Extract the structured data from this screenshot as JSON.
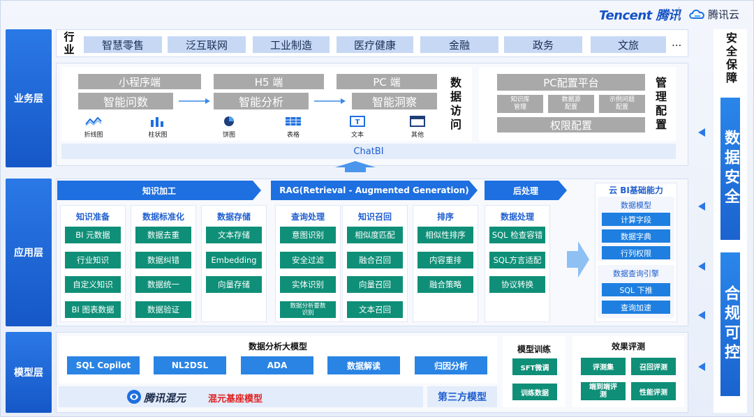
{
  "header": {
    "tencent_logo": "Tencent 腾讯",
    "cloud_logo": "腾讯云"
  },
  "layers": {
    "business": "业务层",
    "application": "应用层",
    "model": "模型层"
  },
  "industry": {
    "label": "行业",
    "items": [
      "智慧零售",
      "泛互联网",
      "工业制造",
      "医疗健康",
      "金融",
      "政务",
      "文旅"
    ],
    "more": "..."
  },
  "data_access": {
    "rows_top": [
      "小程序端",
      "H5 端",
      "PC 端"
    ],
    "rows_mid": [
      "智能问数",
      "智能分析",
      "智能洞察"
    ],
    "icons": [
      {
        "icon": "line-chart-icon",
        "label": "折线图"
      },
      {
        "icon": "bar-chart-icon",
        "label": "柱状图"
      },
      {
        "icon": "pie-chart-icon",
        "label": "饼图"
      },
      {
        "icon": "table-icon",
        "label": "表格"
      },
      {
        "icon": "text-icon",
        "label": "文本"
      },
      {
        "icon": "other-icon",
        "label": "其他"
      }
    ],
    "title": "数据访问",
    "chatbi": "ChatBI"
  },
  "management": {
    "top": "PC配置平台",
    "subs": [
      "知识库\n管理",
      "数据源\n配置",
      "示例问题\n配置"
    ],
    "bottom": "权限配置",
    "title": "管理配置"
  },
  "application": {
    "banners": [
      "知识加工",
      "RAG(Retrieval - Augmented Generation)",
      "后处理"
    ],
    "columns": [
      {
        "title": "知识准备",
        "items": [
          "BI 元数据",
          "行业知识",
          "自定义知识",
          "BI 图表数据"
        ]
      },
      {
        "title": "数据标准化",
        "items": [
          "数据去重",
          "数据纠错",
          "数据统一",
          "数据验证"
        ]
      },
      {
        "title": "数据存储",
        "items": [
          "文本存储",
          "Embedding",
          "向量存储"
        ]
      },
      {
        "title": "查询处理",
        "items": [
          "意图识别",
          "安全过滤",
          "实体识别",
          "数据分析要数\n识别"
        ]
      },
      {
        "title": "知识召回",
        "items": [
          "相似度匹配",
          "融合召回",
          "向量召回",
          "文本召回"
        ]
      },
      {
        "title": "排序",
        "items": [
          "相似性排序",
          "内容重排",
          "融合策略"
        ]
      },
      {
        "title": "数据处理",
        "items": [
          "SQL 检查容错",
          "SQL方言适配",
          "协议转换"
        ]
      }
    ],
    "bi": {
      "title": "云 BI基础能力",
      "model_title": "数据模型",
      "model_items": [
        "计算字段",
        "数据字典",
        "行列权限"
      ],
      "engine_title": "数据查询引擎",
      "engine_items": [
        "SQL 下推",
        "查询加速"
      ]
    }
  },
  "model_layer": {
    "big_model_title": "数据分析大模型",
    "big_model_items": [
      "SQL Copilot",
      "NL2DSL",
      "ADA",
      "数据解读",
      "归因分析"
    ],
    "hunyuan_logo": "腾讯混元",
    "hunyuan_base": "混元基座模型",
    "third_party": "第三方模型",
    "training_title": "模型训练",
    "training_items": [
      "SFT微调",
      "训练数据"
    ],
    "eval_title": "效果评测",
    "eval_items": [
      "评测集",
      "召回评测",
      "端到端评\n测",
      "性能评测"
    ]
  },
  "security": {
    "title": "安全保障",
    "data_security": "数据安全",
    "compliance": "合规可控"
  },
  "colors": {
    "primary": "#1e6fe0",
    "green": "#0f8f78",
    "gray": "#a9a9a9",
    "light": "#c6d8f4"
  }
}
